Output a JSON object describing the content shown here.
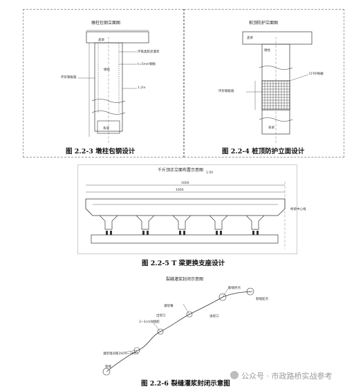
{
  "figures": [
    {
      "caption": "图 2.2-3  墩柱包钢设计",
      "drawing_title": "墩柱包钢立面图",
      "labels": {
        "l1": "盖梁",
        "l2": "环氧类胶泥灌浆",
        "l3": "t=5mm钢板",
        "l4": "环形钢板箍",
        "l5": "墩柱",
        "l6": "1.2m",
        "l7": "系梁"
      }
    },
    {
      "caption": "图 2.2-4  桩顶防护立面设计",
      "drawing_title": "桩顶防护立面图",
      "labels": {
        "l1": "盖梁",
        "l2": "墩柱",
        "l3": "CFRP格栅",
        "l4": "环形钢板箍",
        "l5": "系梁"
      }
    },
    {
      "caption": "图 2.2-5  T 梁更换支座设计",
      "drawing_title": "千斤顶正立面布置示意图",
      "labels": {
        "l1": "1:50",
        "l2": "1600",
        "l3": "桥梁中心线"
      }
    },
    {
      "caption": "图 2.2-6  裂缝灌浆封闭示意图",
      "drawing_title": "裂缝灌浆封闭示意图",
      "labels": {
        "l1": "裂缝",
        "l2": "灌浆嘴",
        "l3": "灌浆咀间距20cm~30cm",
        "l4": "2~3cm封缝胶",
        "l5": "出浆口",
        "l6": "进浆口",
        "l7": "裂缝终点",
        "l8": "裂缝起点"
      }
    }
  ],
  "watermark": "公众号 · 市政路桥实战参考",
  "colors": {
    "line": "#333333",
    "border": "#9a9a9a",
    "text": "#111111"
  }
}
